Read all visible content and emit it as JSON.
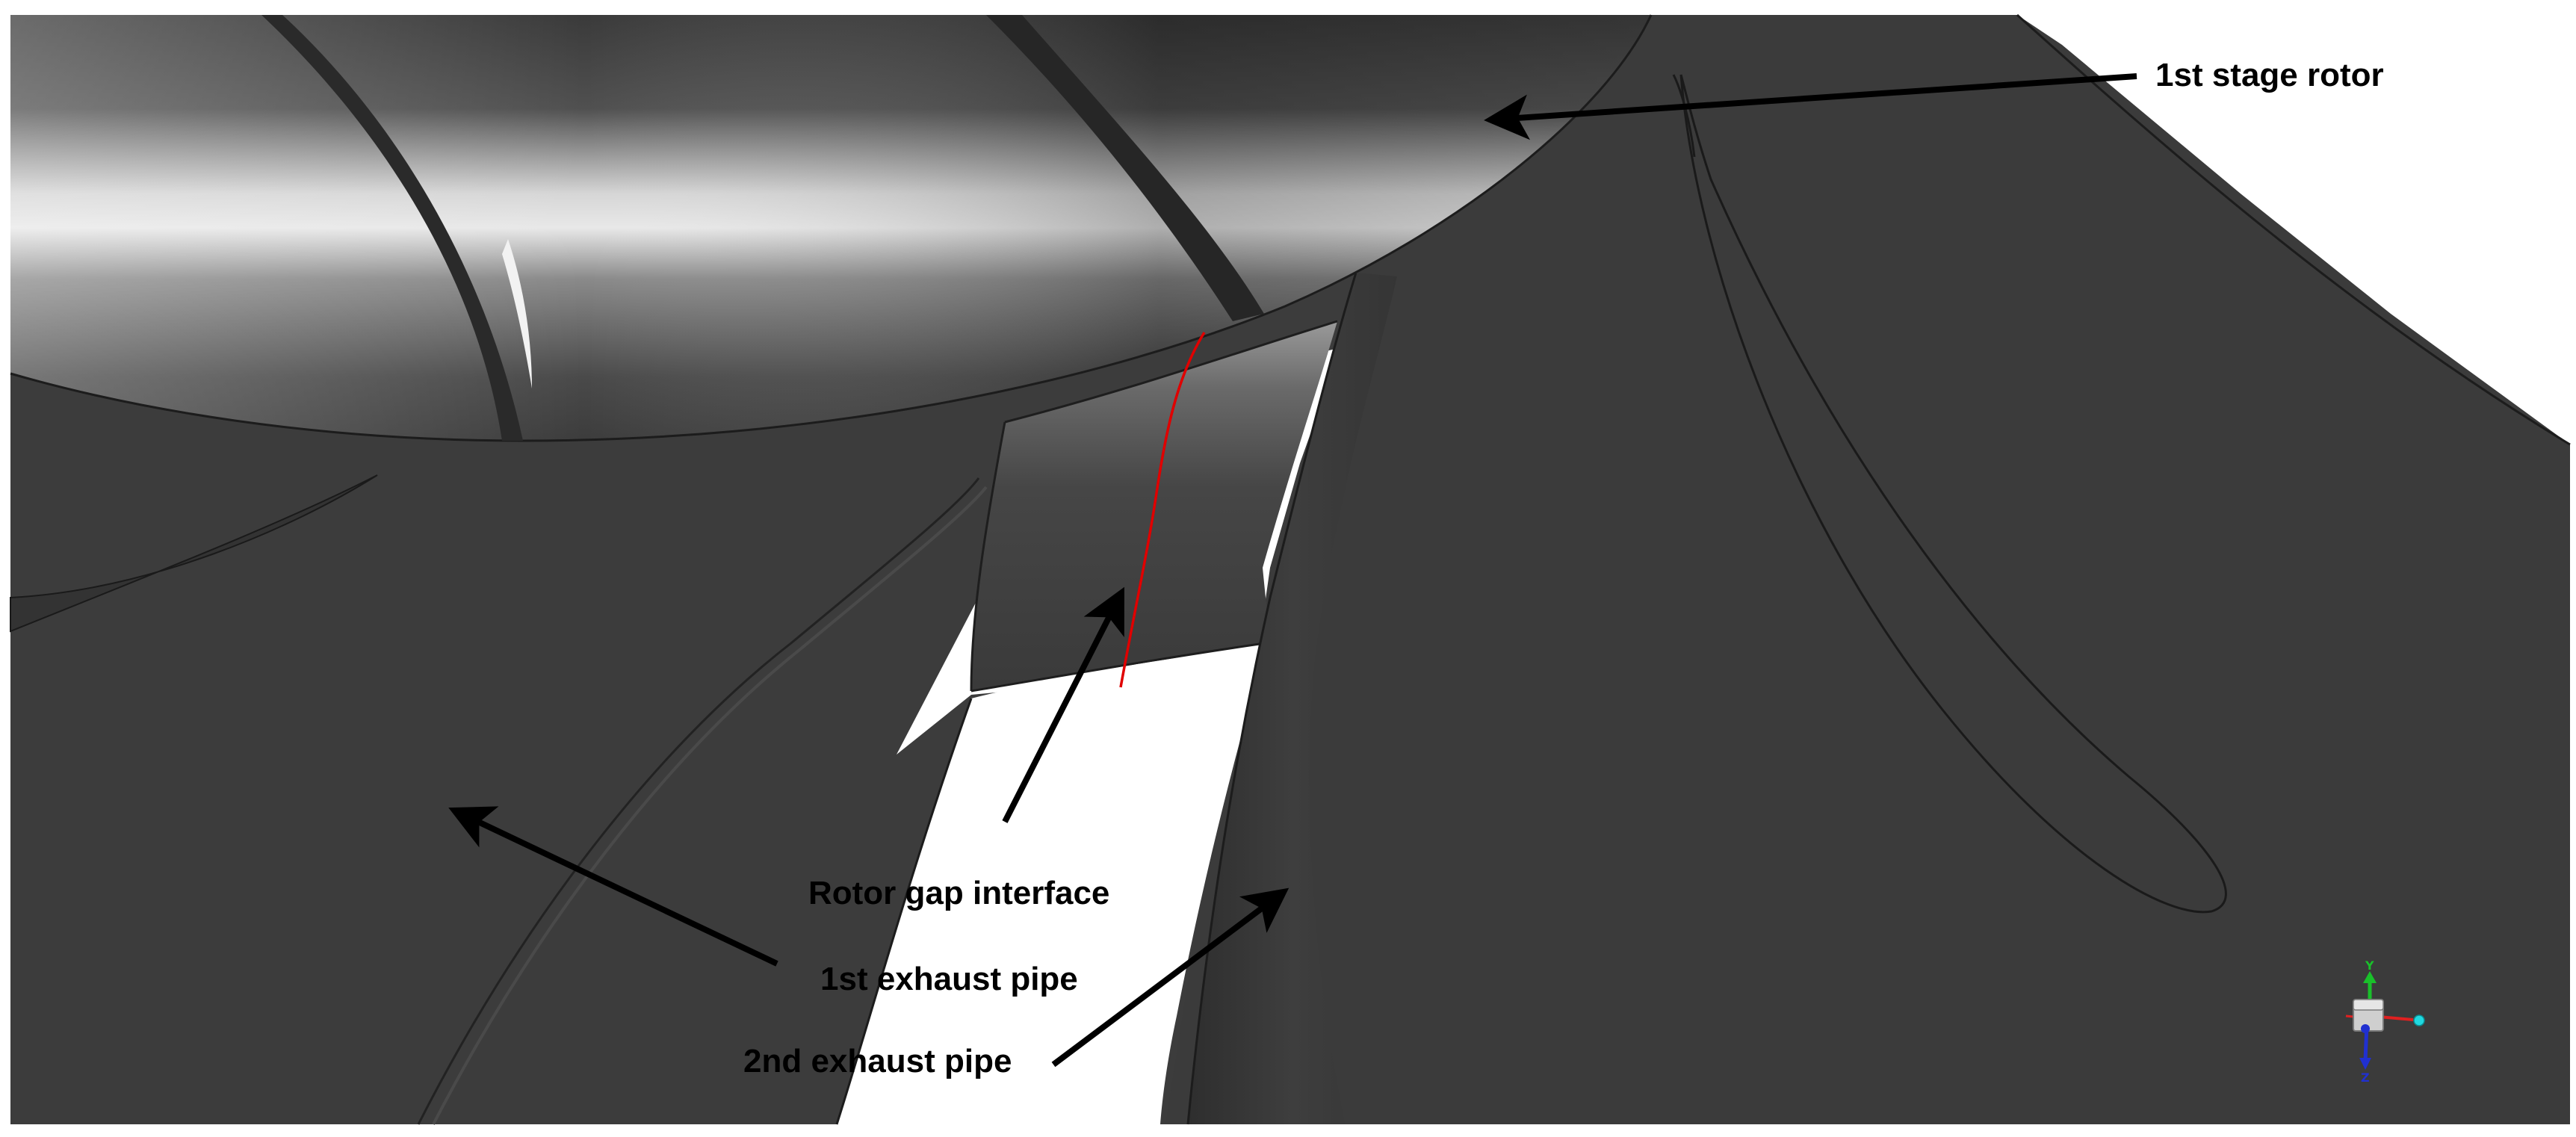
{
  "labels": {
    "rotor_1st_stage": "1st stage rotor",
    "rotor_gap_interface": "Rotor gap interface",
    "exhaust_pipe_1st": "1st exhaust pipe",
    "exhaust_pipe_2nd": "2nd exhaust pipe"
  },
  "triad": {
    "y_label": "Y",
    "z_label": "Z",
    "colors": {
      "x": "#e02020",
      "y": "#19c02a",
      "z": "#2030d0",
      "extra": "#20d8e0"
    }
  },
  "colors": {
    "background": "#ffffff",
    "body_dark": "#3b3b3b",
    "interface_line": "#e00000",
    "arrow": "#000000"
  }
}
